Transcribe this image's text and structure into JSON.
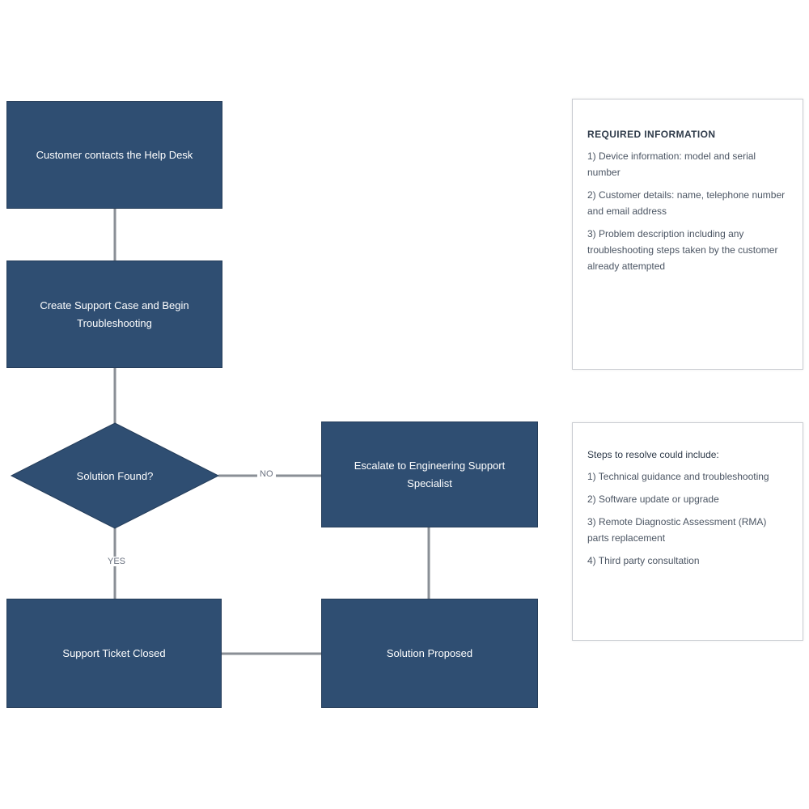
{
  "nodes": {
    "start": "Customer contacts the Help Desk",
    "ticket": "Create Support Case and Begin Troubleshooting",
    "decision": "Solution Found?",
    "escalate": "Escalate to Engineering Support Specialist",
    "found": "Solution Proposed",
    "closed": "Support Ticket Closed"
  },
  "edges": {
    "no": "NO",
    "yes": "YES"
  },
  "required_panel": {
    "title": "REQUIRED INFORMATION",
    "items": [
      "1) Device information: model and serial number",
      "2) Customer details: name, telephone number and email address",
      "3) Problem description including any troubleshooting steps taken by the customer already attempted"
    ]
  },
  "steps_panel": {
    "lead": "Steps to resolve could include:",
    "items": [
      "1) Technical guidance and troubleshooting",
      "2) Software update or upgrade",
      "3) Remote Diagnostic Assessment (RMA) parts replacement",
      "4) Third party consultation"
    ]
  },
  "colors": {
    "node_fill": "#2f4e72",
    "connector": "#8a8f96"
  }
}
